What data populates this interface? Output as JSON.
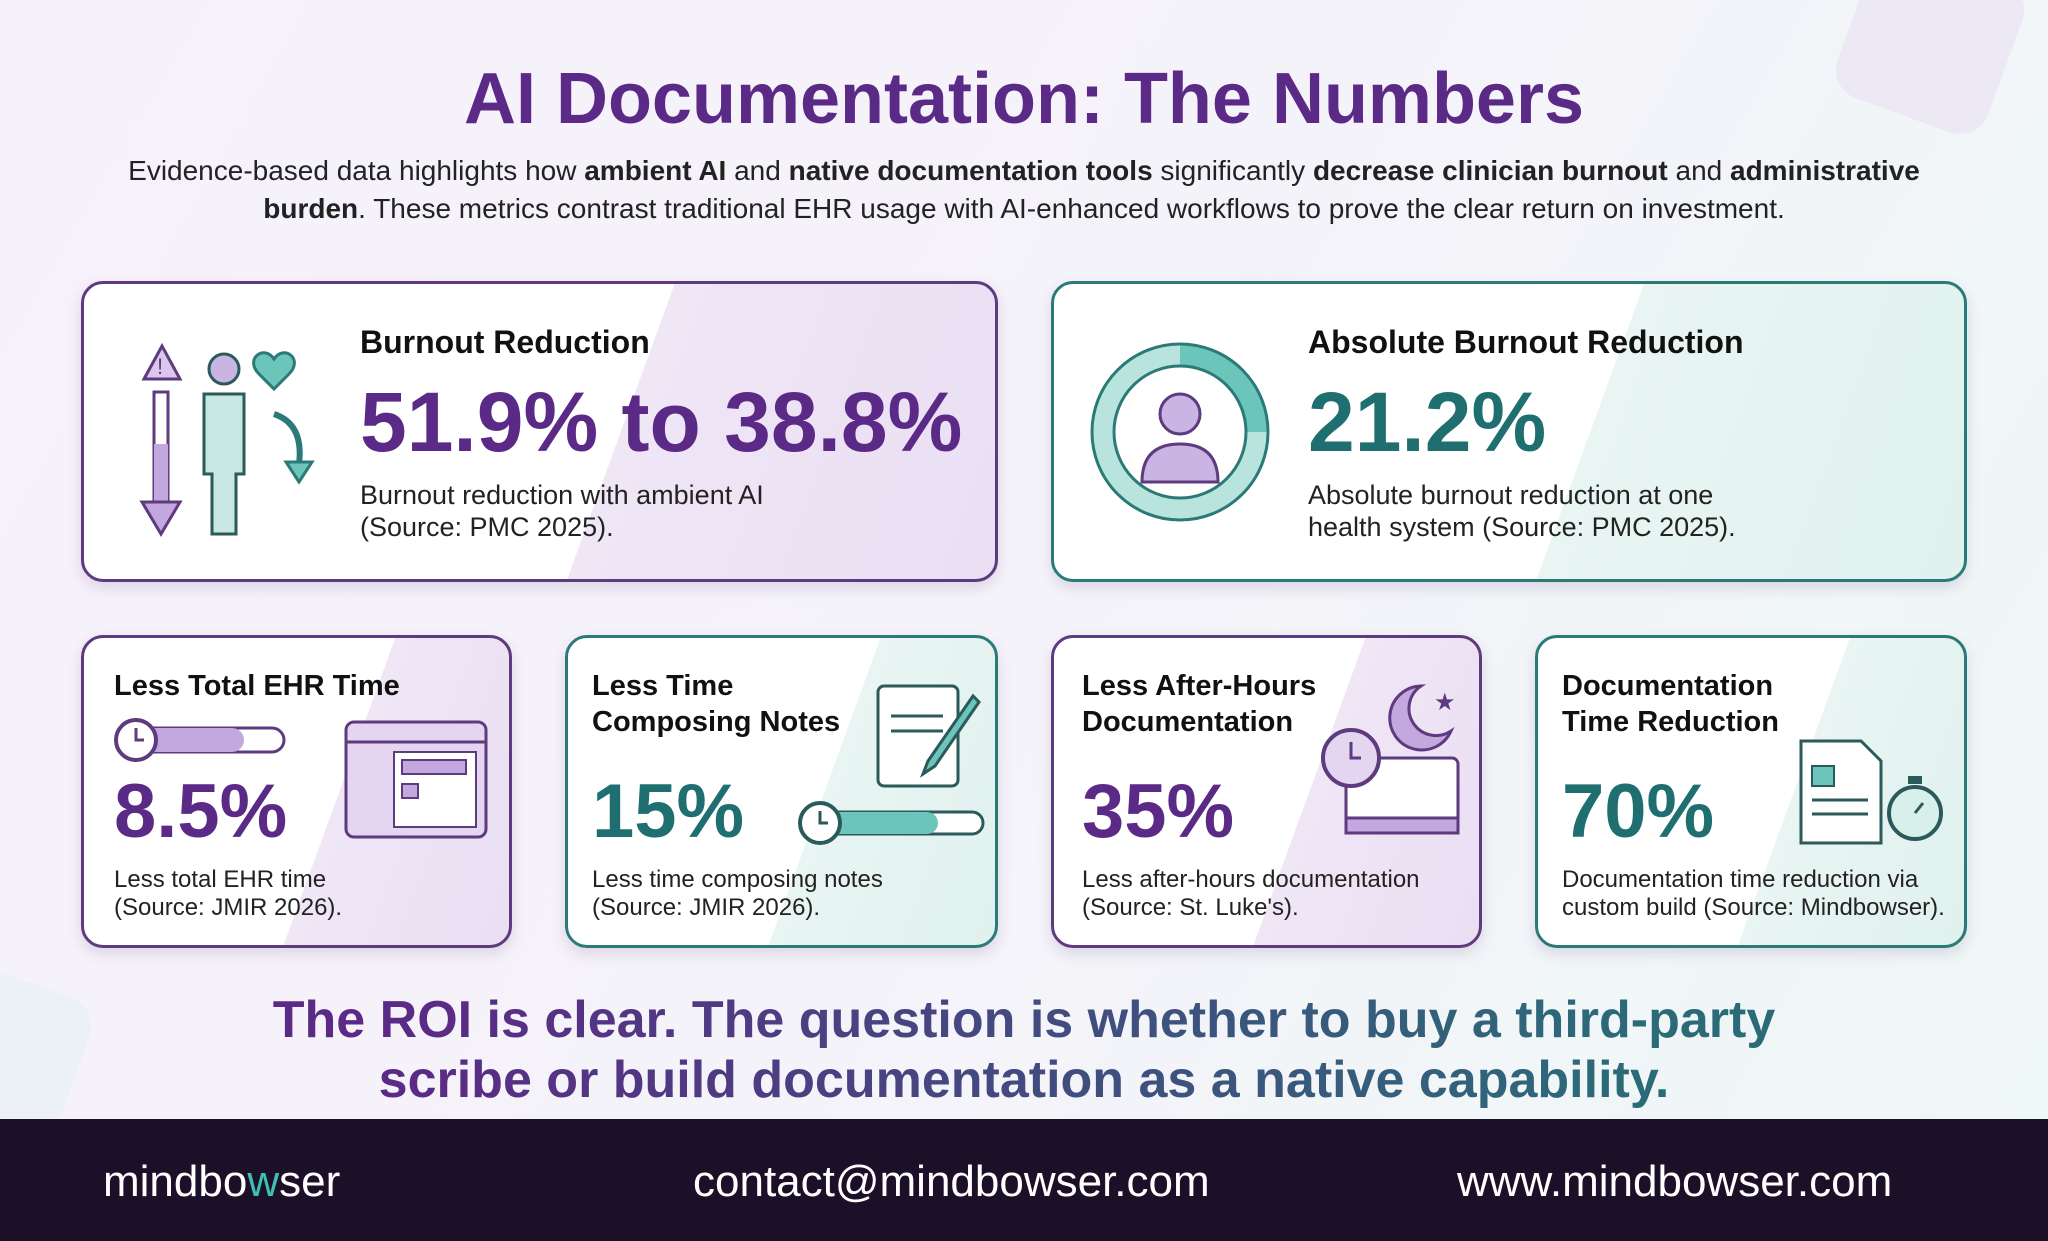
{
  "title": "AI Documentation: The Numbers",
  "subtitle": {
    "p1": "Evidence-based data highlights how ",
    "b1": "ambient AI",
    "p2": " and ",
    "b2": "native documentation tools",
    "p3": " significantly ",
    "b3": "decrease clinician burnout",
    "p4": " and ",
    "b4": "administrative burden",
    "p5": ". These metrics contrast traditional EHR usage with AI-enhanced workflows to prove the clear return on investment."
  },
  "cards": [
    {
      "heading": "Burnout Reduction",
      "value": "51.9% to 38.8%",
      "desc1": "Burnout reduction with ambient AI",
      "desc2": "(Source: PMC 2025).",
      "icon": "stressed-person-heart-icon"
    },
    {
      "heading": "Absolute Burnout Reduction",
      "value": "21.2%",
      "desc1": "Absolute burnout reduction at one",
      "desc2": "health system (Source: PMC 2025).",
      "icon": "doctor-donut-icon"
    },
    {
      "heading": "Less Total EHR Time",
      "value": "8.5%",
      "desc1": "Less total EHR time",
      "desc2": "(Source: JMIR 2026).",
      "icon": "ehr-window-timer-icon"
    },
    {
      "heading1": "Less Time",
      "heading2": "Composing Notes",
      "value": "15%",
      "desc1": "Less time composing notes",
      "desc2": "(Source: JMIR 2026).",
      "icon": "notepad-pen-icon"
    },
    {
      "heading1": "Less After-Hours",
      "heading2": "Documentation",
      "value": "35%",
      "desc1": "Less after-hours documentation",
      "desc2": "(Source: St. Luke's).",
      "icon": "moon-monitor-clock-icon"
    },
    {
      "heading1": "Documentation",
      "heading2": "Time Reduction",
      "value": "70%",
      "desc1": "Documentation time reduction via",
      "desc2": "custom build (Source: Mindbowser).",
      "icon": "document-stopwatch-icon"
    }
  ],
  "conclusion": {
    "line1": "The ROI is clear. The question is whether to buy a third-party",
    "line2": "scribe or build documentation as a native capability."
  },
  "footer": {
    "logo_a": "mindbo",
    "logo_w": "w",
    "logo_b": "ser",
    "email": "contact@mindbowser.com",
    "website": "www.mindbowser.com"
  },
  "colors": {
    "purple": "#5b2a86",
    "teal": "#1f6f70",
    "footer_bg": "#1c1028"
  }
}
